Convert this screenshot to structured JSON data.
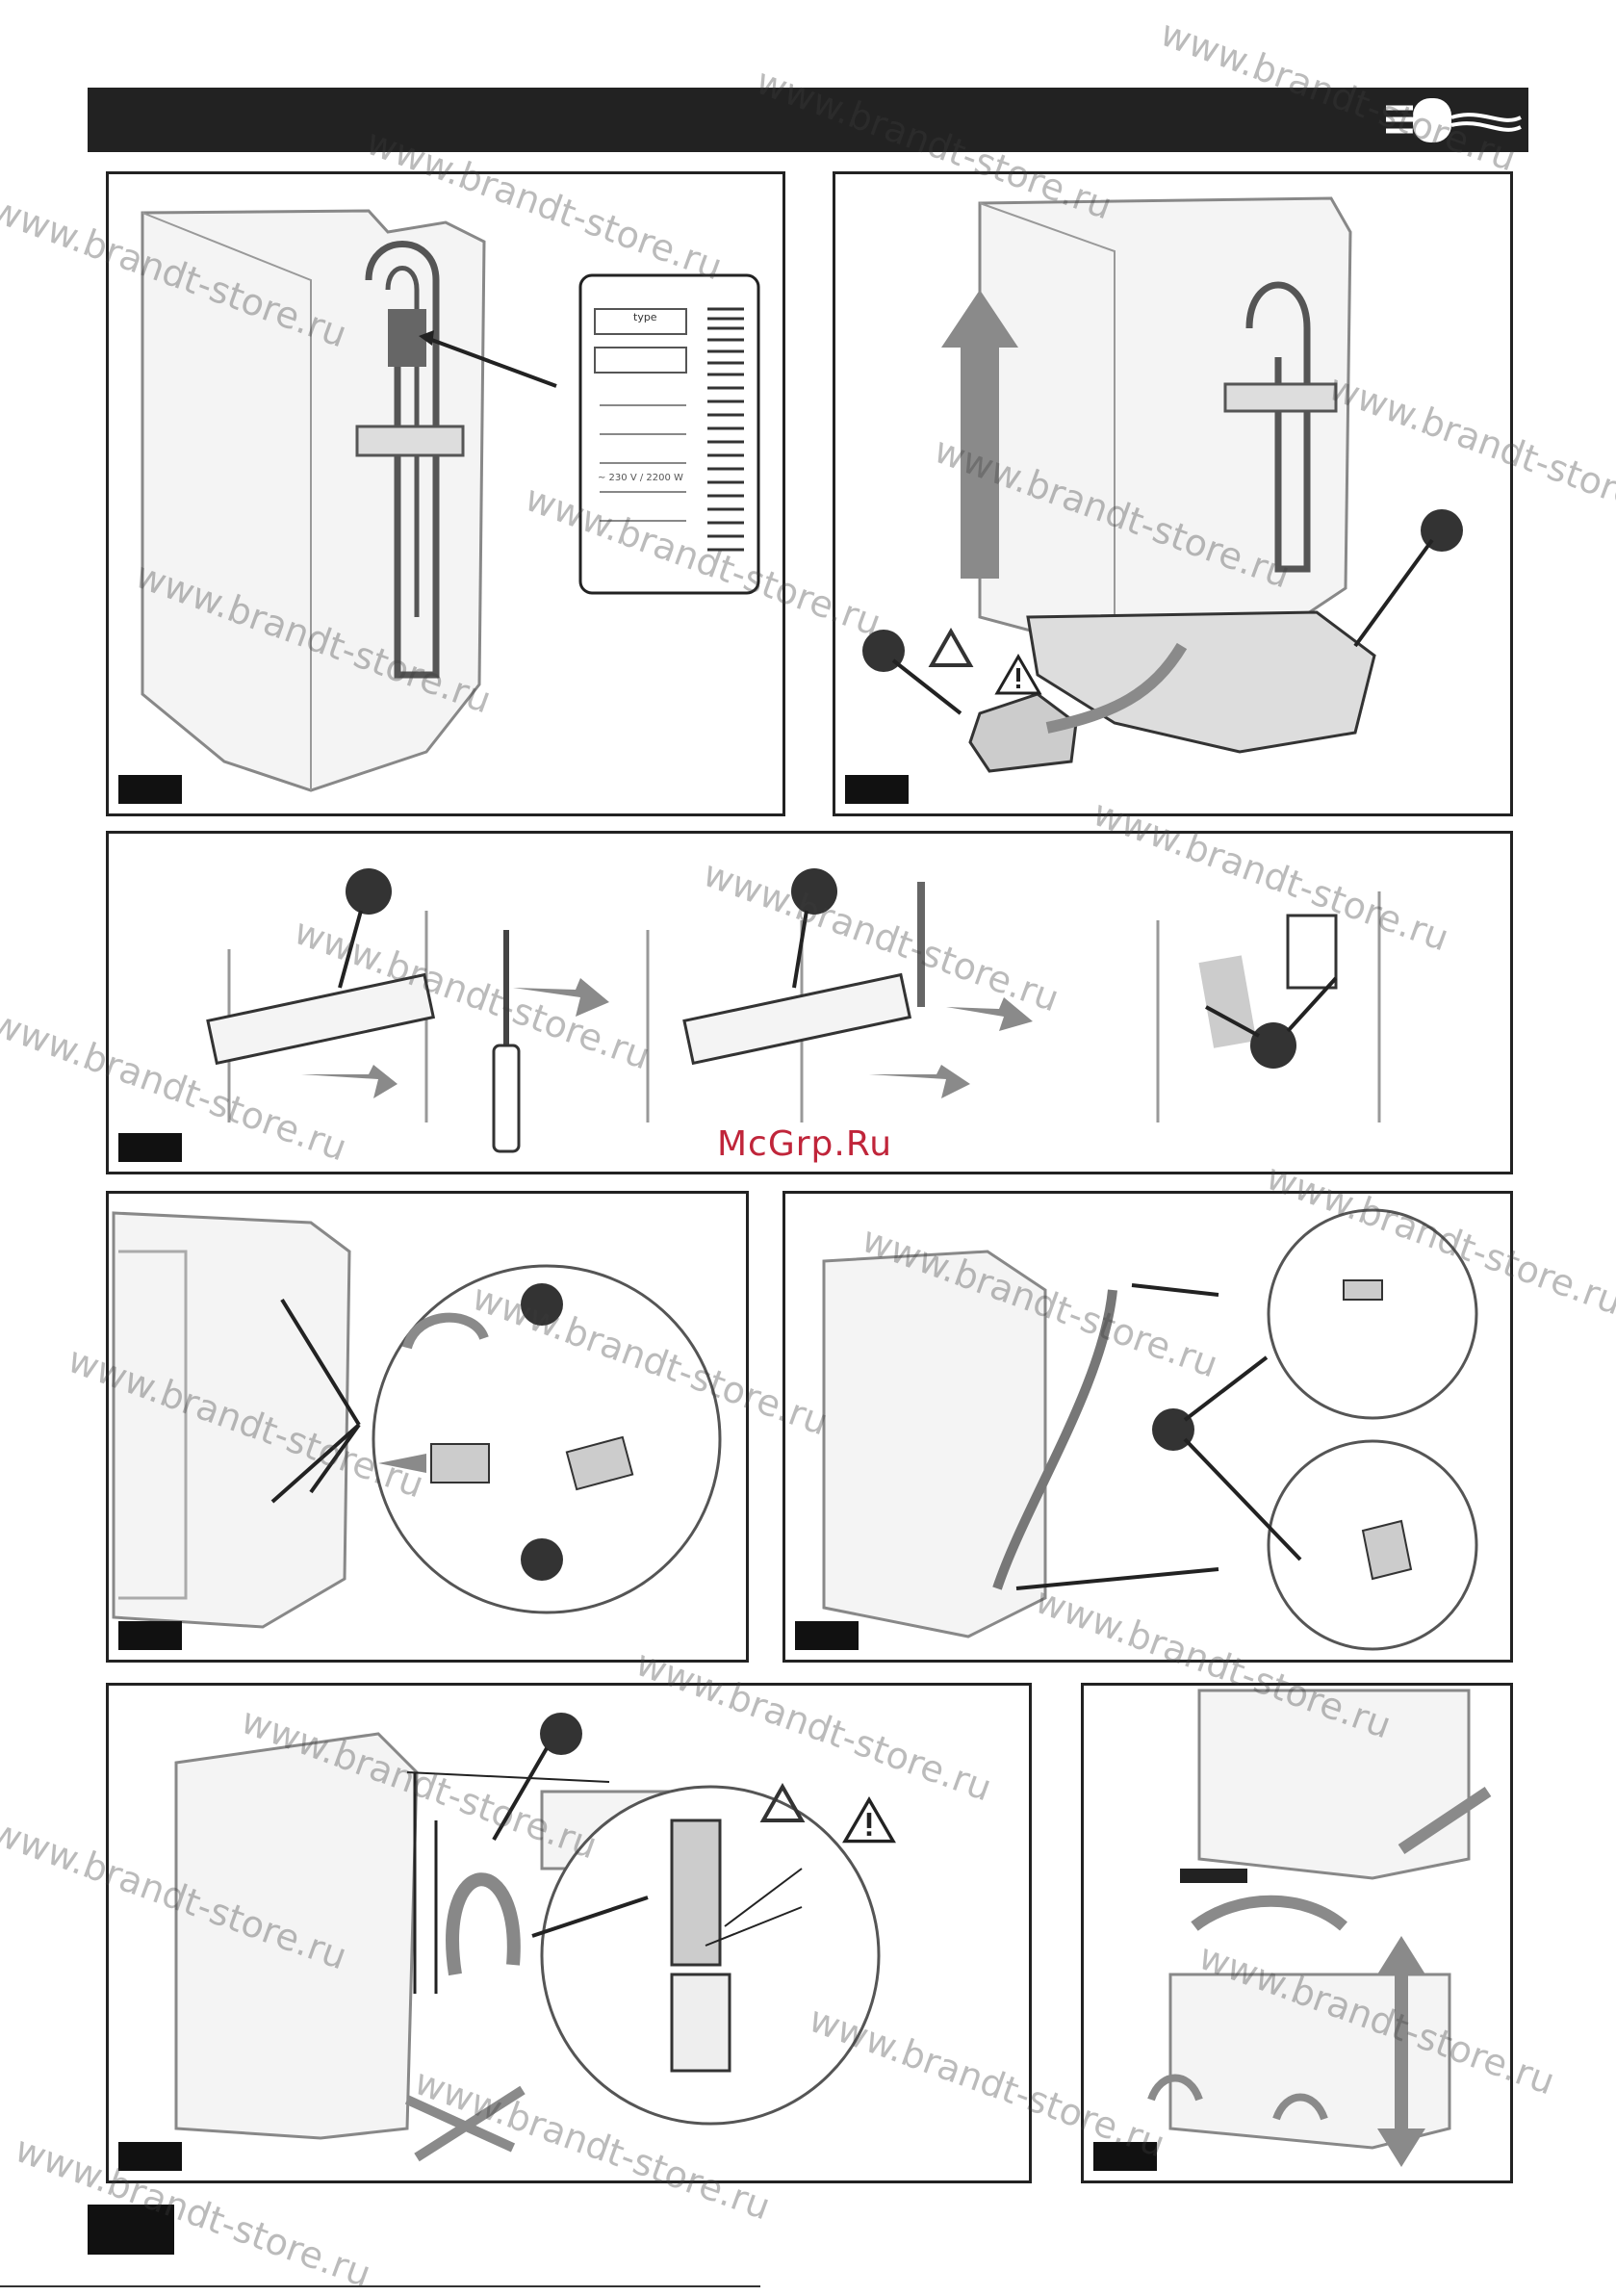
{
  "header": {
    "icon": "power-plug-icon"
  },
  "panels": [
    {
      "id": "panel-1",
      "label": "",
      "illustration": "label-on-back-of-machine"
    },
    {
      "id": "panel-2",
      "label": "",
      "illustration": "remove-packaging-base"
    },
    {
      "id": "panel-3",
      "label": "",
      "illustration": "remove-transport-brackets"
    },
    {
      "id": "panel-4",
      "label": "",
      "illustration": "hose-clips"
    },
    {
      "id": "panel-5",
      "label": "",
      "illustration": "connect-inlet-hose-to-tap"
    },
    {
      "id": "panel-6",
      "label": "",
      "illustration": "drain-hose-height"
    },
    {
      "id": "panel-7",
      "label": "",
      "illustration": "adjust-feet"
    }
  ],
  "rating_label": {
    "type_title": "type",
    "lines": [
      "...",
      "...",
      "...",
      "...",
      "...",
      "..."
    ],
    "power_text": "~ 230 V / 2200 W"
  },
  "icons": [
    "warning-icon",
    "warning-icon"
  ],
  "watermark_text": "www.brandt-store.ru",
  "brand_text": "McGrp.Ru",
  "colors": {
    "header_bg": "#222222",
    "panel_border": "#222222",
    "brand": "#c0253a",
    "arrow_gray": "#8a8a8a"
  }
}
